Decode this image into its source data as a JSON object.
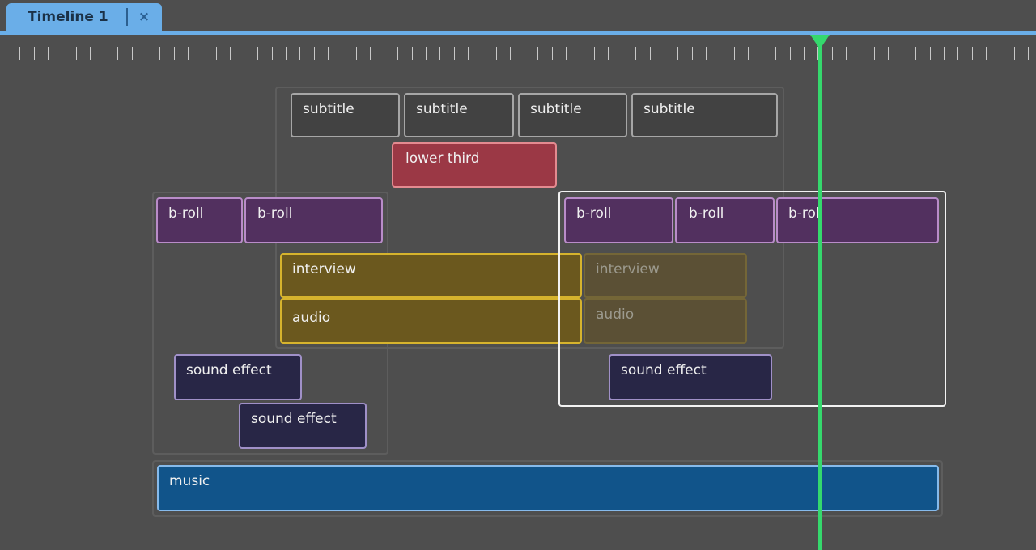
{
  "tab": {
    "title": "Timeline 1",
    "close_label": "×"
  },
  "clips": {
    "subtitle_1": "subtitle",
    "subtitle_2": "subtitle",
    "subtitle_3": "subtitle",
    "subtitle_4": "subtitle",
    "lower_third": "lower third",
    "broll_1": "b-roll",
    "broll_2": "b-roll",
    "broll_3": "b-roll",
    "broll_4": "b-roll",
    "broll_5": "b-roll",
    "interview": "interview",
    "interview_ghost": "interview",
    "audio": "audio",
    "audio_ghost": "audio",
    "sound_effect_1": "sound effect",
    "sound_effect_2": "sound effect",
    "sound_effect_3": "sound effect",
    "music": "music"
  },
  "colors": {
    "background": "#4e4e4e",
    "tab": "#6aaee8",
    "playhead": "#35d86d",
    "subtitle": "#424242",
    "lower_third": "#9b3845",
    "broll": "#52305f",
    "interview": "#6b581e",
    "sound_effect": "#282646",
    "music": "#11548a",
    "selection": "#f2f2f2"
  }
}
